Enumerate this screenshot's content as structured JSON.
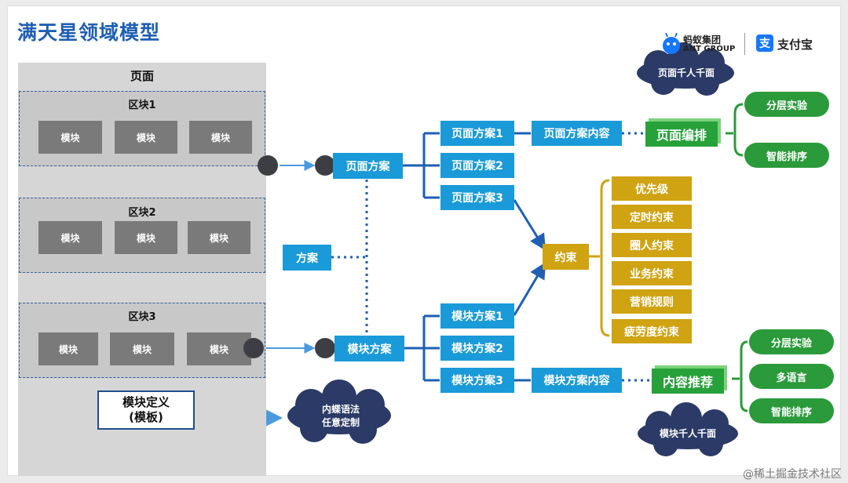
{
  "title": "满天星领域模型",
  "logos": {
    "ant_line1": "蚂蚁集团",
    "ant_line2": "ANT GROUP",
    "alipay_icon_char": "支",
    "alipay_name": "支付宝"
  },
  "page_panel": {
    "title": "页面",
    "blocks": [
      {
        "title": "区块1",
        "modules": [
          "模块",
          "模块",
          "模块"
        ]
      },
      {
        "title": "区块2",
        "modules": [
          "模块",
          "模块",
          "模块"
        ]
      },
      {
        "title": "区块3",
        "modules": [
          "模块",
          "模块",
          "模块"
        ]
      }
    ]
  },
  "module_definition": {
    "line1": "模块定义",
    "line2": "(模板)"
  },
  "clouds": {
    "page_personalization": "页面千人千面",
    "module_personalization": "模块千人千面",
    "dsl_line1": "内蝶语法",
    "dsl_line2": "任意定制"
  },
  "scheme": "方案",
  "page_scheme": "页面方案",
  "module_scheme": "模块方案",
  "page_schemes": [
    "页面方案1",
    "页面方案2",
    "页面方案3"
  ],
  "module_schemes": [
    "模块方案1",
    "模块方案2",
    "模块方案3"
  ],
  "page_scheme_content": "页面方案内容",
  "module_scheme_content": "模块方案内容",
  "constraint": "约束",
  "constraints": [
    "优先级",
    "定时约束",
    "圈人约束",
    "业务约束",
    "营销规则",
    "疲劳度约束"
  ],
  "page_layout": "页面编排",
  "content_recommendation": "内容推荐",
  "page_layout_features": [
    "分层实验",
    "智能排序"
  ],
  "recommendation_features": [
    "分层实验",
    "多语言",
    "智能排序"
  ],
  "watermark": "@稀土掘金技术社区",
  "colors": {
    "title_blue": "#1f5fb4",
    "scheme_blue": "#1a9ad8",
    "connector_blue": "#1f5fb4",
    "constraint_gold": "#cfa312",
    "feature_green": "#2a9a3a",
    "cloud_navy": "#2b3a66",
    "module_gray": "#7a7a7a"
  }
}
